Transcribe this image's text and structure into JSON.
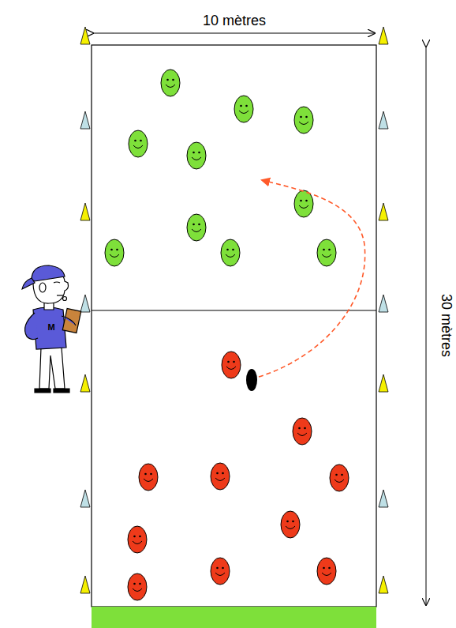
{
  "diagram": {
    "labels": [
      "10 mètres",
      "30 mètres",
      "M"
    ]
  }
}
